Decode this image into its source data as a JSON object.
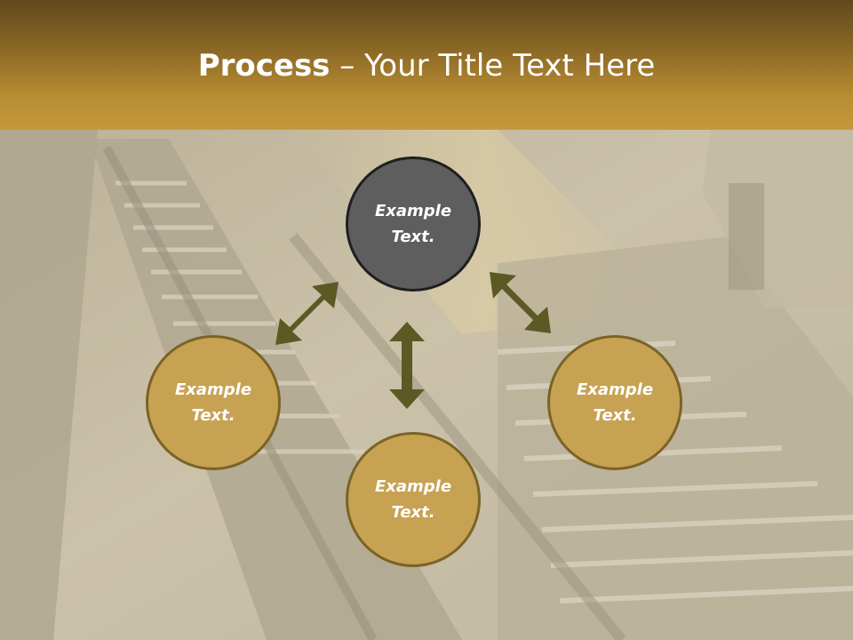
{
  "slide": {
    "title_bold": "Process",
    "title_rest": " – Your Title Text Here"
  },
  "diagram": {
    "top": "Example\nText.",
    "left": "Example\nText.",
    "right": "Example\nText.",
    "bottom": "Example\nText."
  },
  "colors": {
    "header_top": "#60481c",
    "header_bottom": "#c4993b",
    "circle_gold": "#c7a253",
    "circle_dark": "#5e5e5e",
    "arrow": "#5b5a25"
  },
  "icons": {
    "arrow_shape": "double-headed-arrow"
  }
}
